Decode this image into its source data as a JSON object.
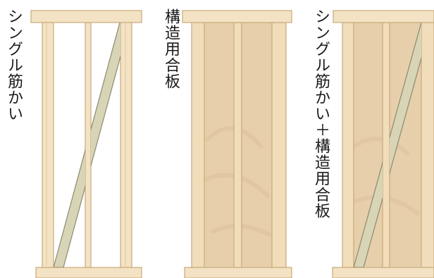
{
  "labels": {
    "single_bracing": "シングル筋かい",
    "structural_plywood": "構造用合板",
    "single_bracing_plus_plywood": "シングル筋かい＋構造用合板"
  },
  "colors": {
    "lumber": "#f3e3c4",
    "lumber_edge": "#c8a97c",
    "plywood": "#e6cfaa",
    "plywood_pattern": "#dcc29a",
    "brace": "#d8d5b6",
    "brace_edge": "#8e8870",
    "text": "#1a1a1a"
  }
}
